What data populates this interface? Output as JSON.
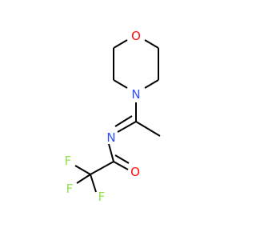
{
  "molecule": {
    "atoms": {
      "oxygen_ring": {
        "symbol": "O",
        "color": "#ff0d0d"
      },
      "nitrogen_ring": {
        "symbol": "N",
        "color": "#3050f8"
      },
      "nitrogen_imine": {
        "symbol": "N",
        "color": "#3050f8"
      },
      "oxygen_carbonyl": {
        "symbol": "O",
        "color": "#ff0d0d"
      },
      "fluorine_1": {
        "symbol": "F",
        "color": "#90e050"
      },
      "fluorine_2": {
        "symbol": "F",
        "color": "#90e050"
      },
      "fluorine_3": {
        "symbol": "F",
        "color": "#90e050"
      }
    },
    "bond_color": "#000000"
  }
}
